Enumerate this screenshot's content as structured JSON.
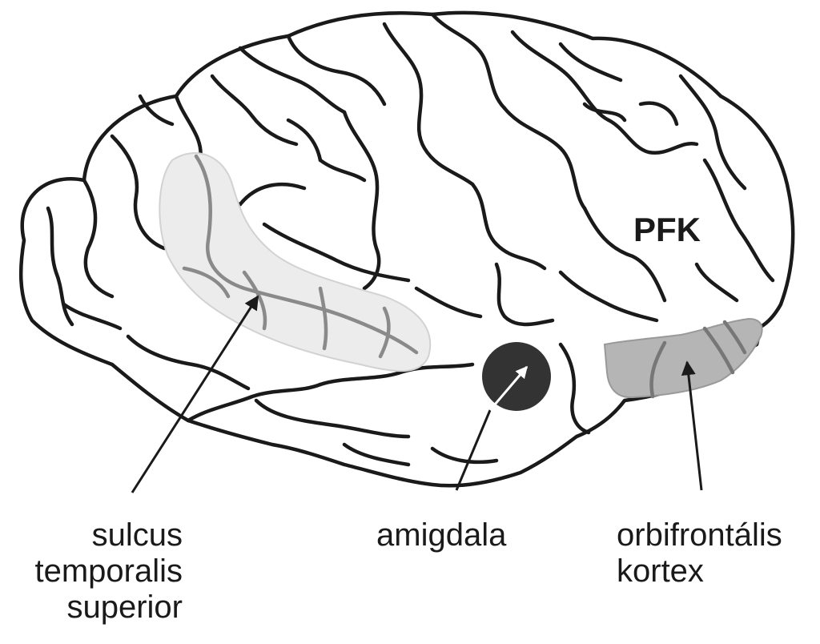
{
  "labels": {
    "pfk": "PFK",
    "sts_line1": "sulcus",
    "sts_line2": "temporalis",
    "sts_line3": "superior",
    "amygdala": "amigdala",
    "ofc_line1": "orbifrontális",
    "ofc_line2": "kortex"
  },
  "colors": {
    "outline": "#1a1a1a",
    "sts_fill": "#ececec",
    "ofc_fill": "#b5b5b5",
    "amygdala_fill": "#333333"
  }
}
